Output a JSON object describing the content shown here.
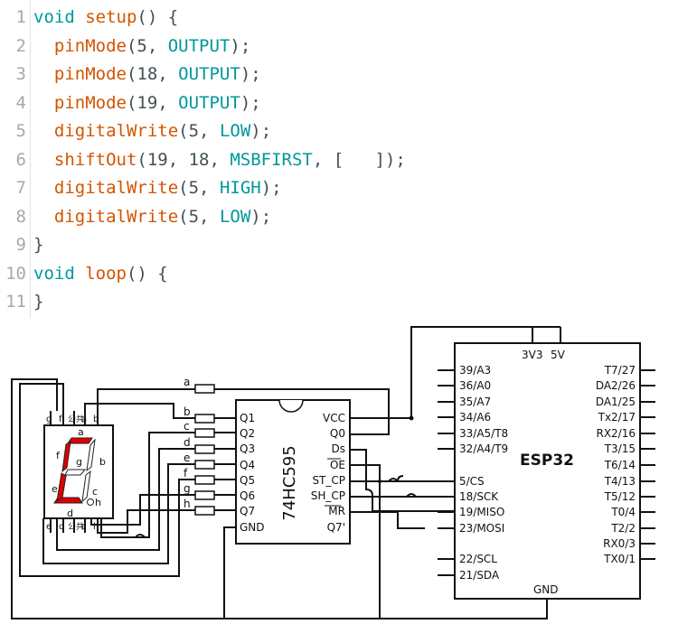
{
  "code": {
    "lines": [
      {
        "num": "1",
        "tokens": [
          {
            "t": "void",
            "c": "kw"
          },
          {
            "t": " "
          },
          {
            "t": "setup",
            "c": "fn"
          },
          {
            "t": "() {",
            "c": "punc"
          }
        ]
      },
      {
        "num": "2",
        "tokens": [
          {
            "t": "  "
          },
          {
            "t": "pinMode",
            "c": "fn"
          },
          {
            "t": "(5, ",
            "c": "punc"
          },
          {
            "t": "OUTPUT",
            "c": "const"
          },
          {
            "t": ");",
            "c": "punc"
          }
        ]
      },
      {
        "num": "3",
        "tokens": [
          {
            "t": "  "
          },
          {
            "t": "pinMode",
            "c": "fn"
          },
          {
            "t": "(18, ",
            "c": "punc"
          },
          {
            "t": "OUTPUT",
            "c": "const"
          },
          {
            "t": ");",
            "c": "punc"
          }
        ]
      },
      {
        "num": "4",
        "tokens": [
          {
            "t": "  "
          },
          {
            "t": "pinMode",
            "c": "fn"
          },
          {
            "t": "(19, ",
            "c": "punc"
          },
          {
            "t": "OUTPUT",
            "c": "const"
          },
          {
            "t": ");",
            "c": "punc"
          }
        ]
      },
      {
        "num": "5",
        "tokens": [
          {
            "t": "  "
          },
          {
            "t": "digitalWrite",
            "c": "fn"
          },
          {
            "t": "(5, ",
            "c": "punc"
          },
          {
            "t": "LOW",
            "c": "const"
          },
          {
            "t": ");",
            "c": "punc"
          }
        ]
      },
      {
        "num": "6",
        "tokens": [
          {
            "t": "  "
          },
          {
            "t": "shiftOut",
            "c": "fn"
          },
          {
            "t": "(19, 18, ",
            "c": "punc"
          },
          {
            "t": "MSBFIRST",
            "c": "const"
          },
          {
            "t": ", [   ]);",
            "c": "punc"
          }
        ]
      },
      {
        "num": "7",
        "tokens": [
          {
            "t": "  "
          },
          {
            "t": "digitalWrite",
            "c": "fn"
          },
          {
            "t": "(5, ",
            "c": "punc"
          },
          {
            "t": "HIGH",
            "c": "const"
          },
          {
            "t": ");",
            "c": "punc"
          }
        ]
      },
      {
        "num": "8",
        "tokens": [
          {
            "t": "  "
          },
          {
            "t": "digitalWrite",
            "c": "fn"
          },
          {
            "t": "(5, ",
            "c": "punc"
          },
          {
            "t": "LOW",
            "c": "const"
          },
          {
            "t": ");",
            "c": "punc"
          }
        ]
      },
      {
        "num": "9",
        "tokens": [
          {
            "t": "}",
            "c": "punc"
          }
        ]
      },
      {
        "num": "10",
        "tokens": [
          {
            "t": "void",
            "c": "kw"
          },
          {
            "t": " "
          },
          {
            "t": "loop",
            "c": "fn"
          },
          {
            "t": "() {",
            "c": "punc"
          }
        ]
      },
      {
        "num": "11",
        "tokens": [
          {
            "t": "}",
            "c": "punc"
          }
        ]
      }
    ]
  },
  "schematic": {
    "segment_color": "#e00000",
    "display": {
      "top_pins": [
        "g",
        "f",
        "公共",
        "a",
        "b"
      ],
      "bottom_pins": [
        "e",
        "d",
        "公共",
        "c",
        "h"
      ],
      "segment_labels": {
        "a": "a",
        "b": "b",
        "c": "c",
        "d": "d",
        "e": "e",
        "f": "f",
        "g": "g",
        "h": "h"
      }
    },
    "resistor_labels": [
      "a",
      "b",
      "c",
      "d",
      "e",
      "f",
      "g",
      "h"
    ],
    "shift_register": {
      "name": "74HC595",
      "left_pins": [
        "Q1",
        "Q2",
        "Q3",
        "Q4",
        "Q5",
        "Q6",
        "Q7",
        "GND"
      ],
      "right_pins": [
        "VCC",
        "Q0",
        "Ds",
        "OE",
        "ST_CP",
        "SH_CP",
        "MR",
        "Q7'"
      ]
    },
    "esp32": {
      "name": "ESP32",
      "top_pins": [
        "3V3",
        "5V"
      ],
      "left_pins": [
        "39/A3",
        "36/A0",
        "35/A7",
        "34/A6",
        "33/A5/T8",
        "32/A4/T9",
        "5/CS",
        "18/SCK",
        "19/MISO",
        "23/MOSI",
        "22/SCL",
        "21/SDA"
      ],
      "right_pins": [
        "T7/27",
        "DA2/26",
        "DA1/25",
        "Tx2/17",
        "RX2/16",
        "T3/15",
        "T6/14",
        "T4/13",
        "T5/12",
        "T0/4",
        "T2/2",
        "RX0/3",
        "TX0/1"
      ],
      "bottom_pin": "GND"
    }
  }
}
